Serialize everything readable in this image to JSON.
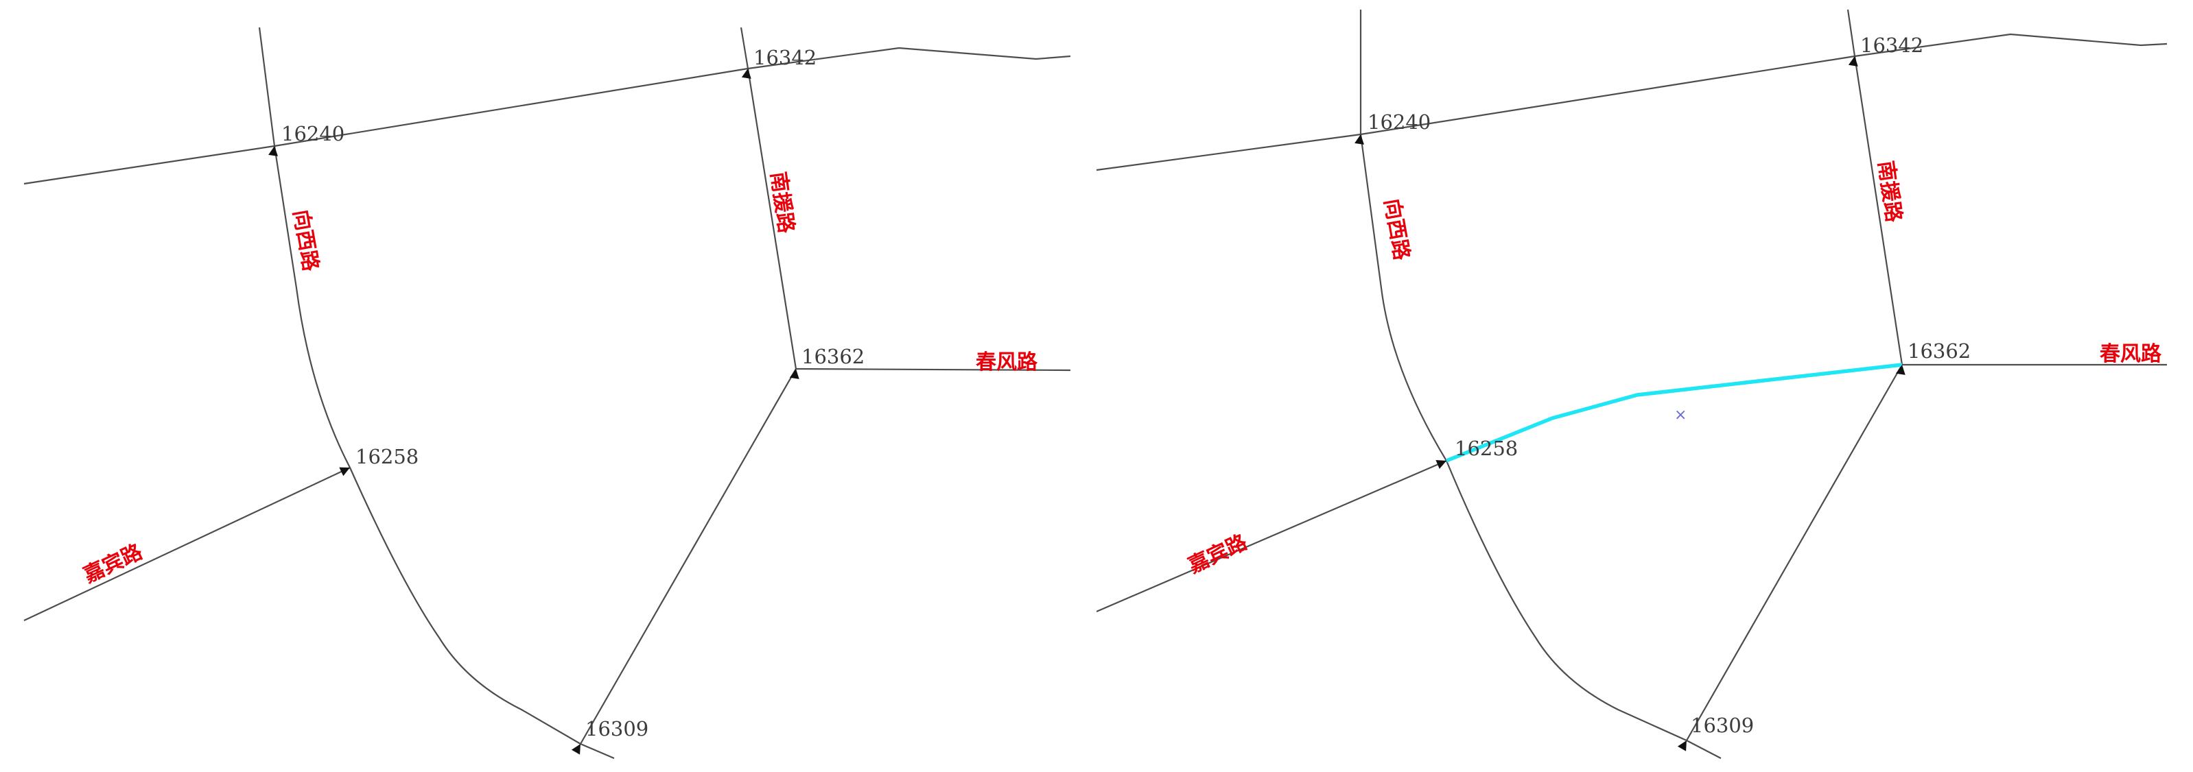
{
  "colors": {
    "road": "#4d4d4d",
    "road_name": "#e8000b",
    "node_label": "#3c3c3c",
    "highlight": "#1fe6f5",
    "cursor": "#6a6ad8"
  },
  "nodes": {
    "n16240": "16240",
    "n16342": "16342",
    "n16362": "16362",
    "n16258": "16258",
    "n16309": "16309"
  },
  "roads": {
    "xiangxi": "向西路",
    "nanyuan": "南援路",
    "chunfeng": "春风路",
    "jiabin": "嘉宾路"
  },
  "cursor_glyph": "×",
  "panels": [
    {
      "id": "before",
      "highlighted_edge": null
    },
    {
      "id": "after",
      "highlighted_edge": [
        "16258",
        "16362"
      ]
    }
  ]
}
